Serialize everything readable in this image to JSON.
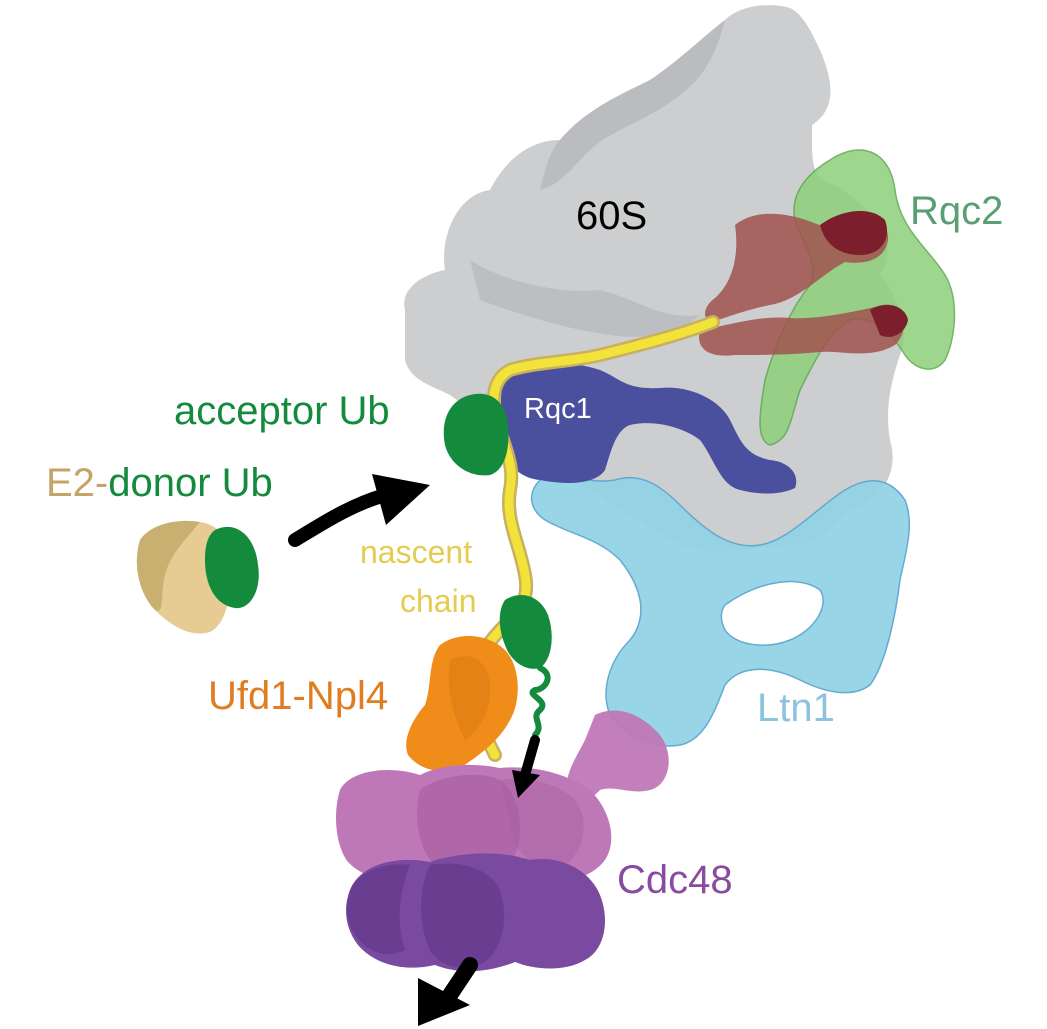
{
  "labels": {
    "ribosome": "60S",
    "rqc2": "Rqc2",
    "rqc1": "Rqc1",
    "acceptor_ub": "acceptor Ub",
    "e2_prefix": "E2-",
    "e2_donor": "donor Ub",
    "nascent_line1": "nascent",
    "nascent_line2": "chain",
    "ufd1_npl4": "Ufd1-Npl4",
    "ltn1": "Ltn1",
    "cdc48": "Cdc48"
  },
  "colors": {
    "ribosome": "#c9cacc",
    "ribosome_dark": "#b9babd",
    "rqc2": "#8fd07a",
    "rqc2_label": "#5a9e73",
    "trna": "#a0524f",
    "trna_dark": "#7a1f2b",
    "rqc1": "#4a4f9e",
    "acceptor_ub": "#138a3c",
    "e2": "#e6cc92",
    "e2_dark": "#b89d5a",
    "e2_label": "#c5a468",
    "nascent_chain": "#f2e33a",
    "nascent_label": "#e3cc4f",
    "ufd1_npl4": "#f08c1a",
    "ufd1_label": "#e07d20",
    "ltn1": "#93d4e6",
    "ltn1_label": "#8cc3de",
    "cdc48_upper": "#bf78b7",
    "cdc48_lower": "#7a4aa0",
    "cdc48_label": "#8a4aa0",
    "arrow": "#000000"
  }
}
